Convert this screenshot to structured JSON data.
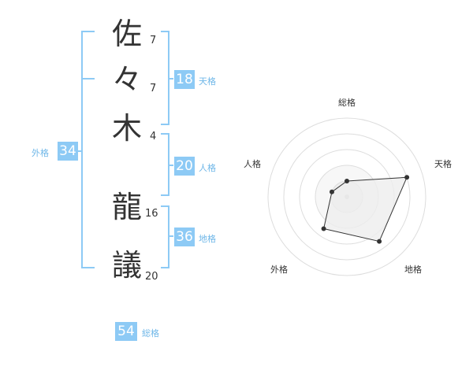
{
  "name": {
    "characters": [
      {
        "char": "佐",
        "strokes": "7"
      },
      {
        "char": "々",
        "strokes": "7"
      },
      {
        "char": "木",
        "strokes": "4"
      },
      {
        "char": "龍",
        "strokes": "16"
      },
      {
        "char": "議",
        "strokes": "20"
      }
    ]
  },
  "scores": {
    "tenkaku": {
      "value": "18",
      "label": "天格"
    },
    "jinkaku": {
      "value": "20",
      "label": "人格"
    },
    "chikaku": {
      "value": "36",
      "label": "地格"
    },
    "gaikaku": {
      "value": "34",
      "label": "外格"
    },
    "soukaku": {
      "value": "54",
      "label": "総格"
    }
  },
  "radar": {
    "axes": [
      "総格",
      "天格",
      "地格",
      "外格",
      "人格"
    ],
    "values": [
      0.2,
      0.8,
      0.7,
      0.5,
      0.2
    ],
    "line_color": "#333333",
    "fill_color": "#eeeeee"
  },
  "colors": {
    "bracket": "#8dcaf5",
    "badge": "#8dcaf5",
    "label": "#6fb7e8"
  }
}
